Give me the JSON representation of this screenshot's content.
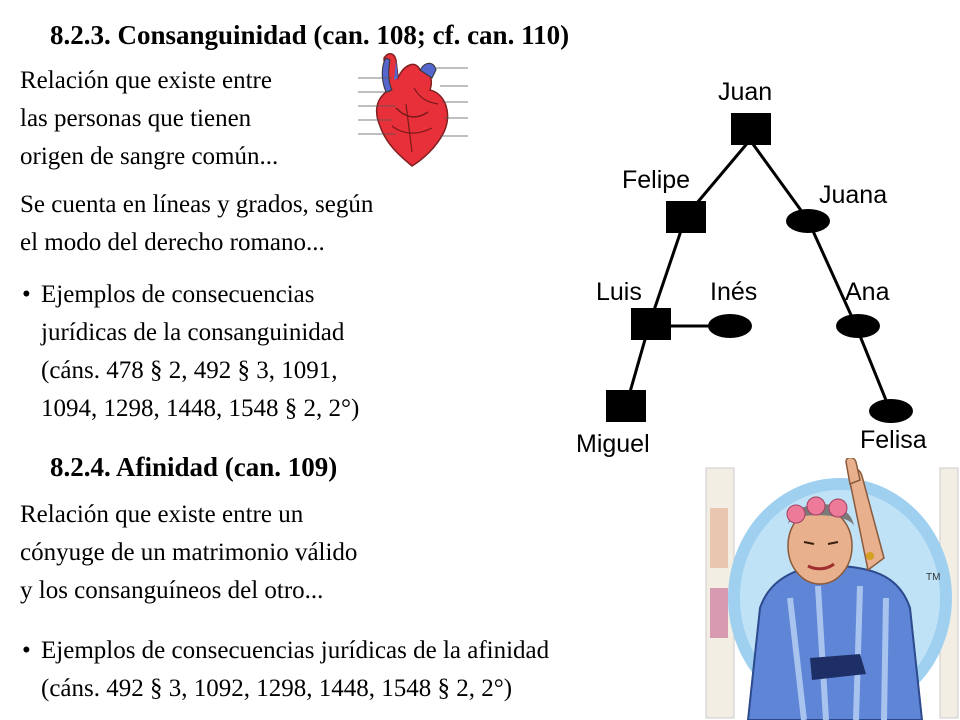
{
  "consanguinidad": {
    "heading": "8.2.3. Consanguinidad (can. 108; cf. can. 110)",
    "definition": [
      "Relación que existe entre",
      "las personas que tienen",
      "origen de sangre común..."
    ],
    "counting": [
      "Se cuenta en líneas y grados, según",
      "el modo del derecho romano..."
    ],
    "examples": [
      "Ejemplos de consecuencias",
      "jurídicas de la consanguinidad",
      "(cáns. 478 § 2, 492 § 3, 1091,",
      "1094, 1298, 1448, 1548 § 2, 2°)"
    ]
  },
  "family_tree": {
    "names": {
      "juan": "Juan",
      "felipe": "Felipe",
      "juana": "Juana",
      "luis": "Luis",
      "ines": "Inés",
      "ana": "Ana",
      "miguel": "Miguel",
      "felisa": "Felisa"
    }
  },
  "afinidad": {
    "heading": "8.2.4. Afinidad (can. 109)",
    "definition": [
      "Relación que existe entre un",
      "cónyuge de un matrimonio válido",
      "y los consanguíneos del otro..."
    ],
    "examples": [
      "Ejemplos de consecuencias jurídicas de la afinidad",
      "(cáns. 492 § 3, 1092, 1298, 1448, 1548 § 2, 2°)"
    ]
  },
  "illustration": {
    "trademark": "TM"
  },
  "colors": {
    "heart_red": "#e8303a",
    "heart_blue": "#5566cc",
    "robe_blue": "#5f85d6",
    "halo_blue": "#9fd0f0"
  }
}
